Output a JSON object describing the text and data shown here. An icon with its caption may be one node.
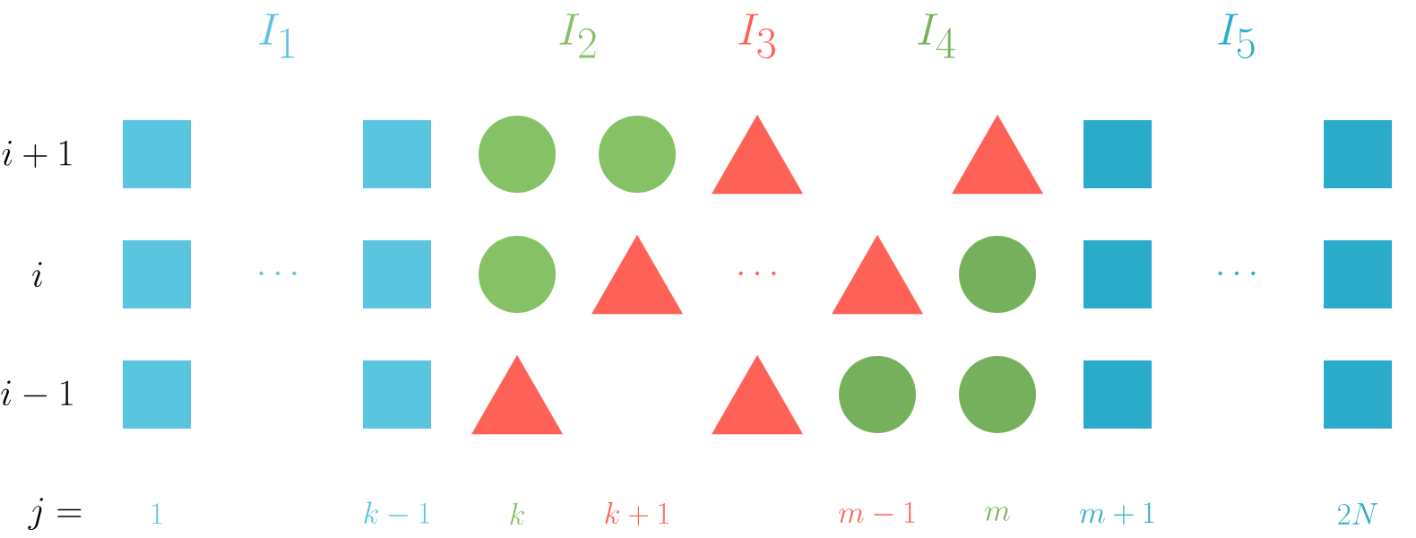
{
  "diagram": {
    "nodes": [
      {
        "text": [],
        "shape": "box"
      },
      {
        "text": [],
        "shape": "box"
      },
      {
        "text": [],
        "shape": "circle"
      },
      {
        "text": [],
        "shape": "circle"
      },
      {
        "text": [],
        "shape": "triangle"
      },
      {
        "text": [],
        "shape": "triangle"
      },
      {
        "text": [],
        "shape": "box"
      },
      {
        "text": [],
        "shape": "box"
      },
      {
        "text": [],
        "shape": "box"
      },
      {
        "text": [],
        "shape": "box"
      },
      {
        "text": [],
        "shape": "circle"
      },
      {
        "text": [],
        "shape": "triangle"
      },
      {
        "text": [],
        "shape": "triangle"
      },
      {
        "text": [],
        "shape": "circle"
      },
      {
        "text": [],
        "shape": "box"
      },
      {
        "text": [],
        "shape": "box"
      },
      {
        "text": [],
        "shape": "box"
      },
      {
        "text": [],
        "shape": "box"
      },
      {
        "text": [],
        "shape": "triangle"
      },
      {
        "text": [],
        "shape": "triangle"
      },
      {
        "text": [],
        "shape": "circle"
      },
      {
        "text": [],
        "shape": "circle"
      },
      {
        "text": [],
        "shape": "box"
      },
      {
        "text": [],
        "shape": "box"
      }
    ],
    "labels": [
      "I_1",
      "I_2",
      "I_3",
      "I_4",
      "I_5",
      "i+1",
      "i",
      "\\cdots",
      "\\cdots",
      "\\cdots",
      "i-1",
      "j =",
      "1",
      "k-1",
      "k",
      "k+1",
      "m-1",
      "m",
      "m+1",
      "2N"
    ]
  }
}
